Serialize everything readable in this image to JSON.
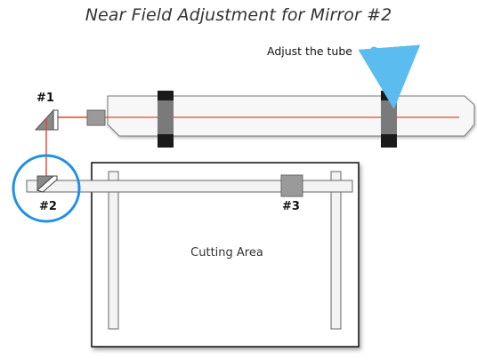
{
  "title": "Near Field Adjustment for Mirror #2",
  "callout": {
    "text": "Adjust the tube"
  },
  "labels": {
    "mirror1": "#1",
    "mirror2": "#2",
    "mirror3": "#3",
    "cutting_area": "Cutting Area"
  },
  "colors": {
    "beam": "#e8452c",
    "highlight": "#1f8fe8",
    "arrow": "#5bbcf0",
    "tube_fill": "#f5f5f5",
    "bracket": "#1a1a1a",
    "mirror_grey": "#8a8a8a"
  }
}
